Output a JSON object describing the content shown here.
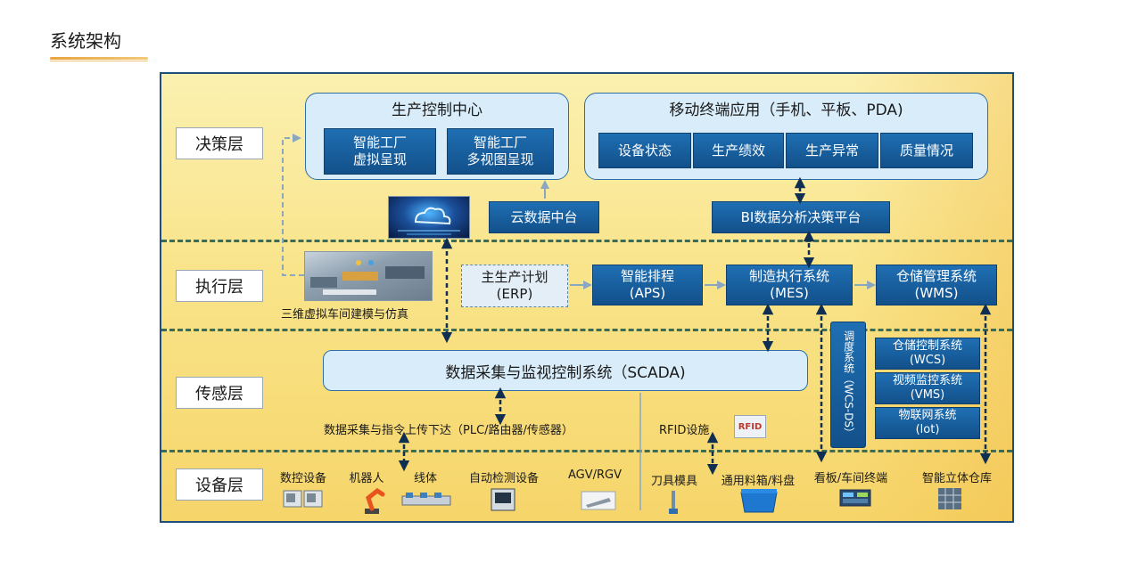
{
  "page_title": "系统架构",
  "layers": {
    "decision": "决策层",
    "execution": "执行层",
    "sensing": "传感层",
    "equipment": "设备层"
  },
  "production_center": {
    "title": "生产控制中心",
    "box1_line1": "智能工厂",
    "box1_line2": "虚拟呈现",
    "box2_line1": "智能工厂",
    "box2_line2": "多视图呈现"
  },
  "mobile_apps": {
    "title": "移动终端应用（手机、平板、PDA)",
    "items": [
      "设备状态",
      "生产绩效",
      "生产异常",
      "质量情况"
    ]
  },
  "cloud_platform": "云数据中台",
  "bi_platform": "BI数据分析决策平台",
  "virtual_workshop_caption": "三维虚拟车间建模与仿真",
  "execution_systems": {
    "erp_line1": "主生产计划",
    "erp_line2": "(ERP)",
    "aps_line1": "智能排程",
    "aps_line2": "(APS)",
    "mes_line1": "制造执行系统",
    "mes_line2": "(MES)",
    "wms_line1": "仓储管理系统",
    "wms_line2": "(WMS)"
  },
  "scheduling_system_vertical": "调度系统（WCS-DS）",
  "sub_systems": {
    "wcs_line1": "仓储控制系统",
    "wcs_line2": "(WCS)",
    "vms_line1": "视频监控系统",
    "vms_line2": "(VMS)",
    "iot_line1": "物联网系统",
    "iot_line2": "(lot)"
  },
  "scada": "数据采集与监视控制系统（SCADA)",
  "data_acquisition_caption": "数据采集与指令上传下达（PLC/路由器/传感器）",
  "rfid_caption": "RFID设施",
  "rfid_logo_text": "RFID",
  "equipment_items": [
    "数控设备",
    "机器人",
    "线体",
    "自动检测设备",
    "AGV/RGV",
    "刀具模具",
    "通用料箱/料盘",
    "看板/车间终端",
    "智能立体仓库"
  ],
  "colors": {
    "frame_border": "#1f4e79",
    "dark_box": "#1a5f9e",
    "light_panel": "#d9ecf9",
    "dashed_separator": "#3f6b52",
    "arrow": "#0e2f52",
    "background_top": "#fbf0b0",
    "background_bottom": "#f6d56a"
  }
}
